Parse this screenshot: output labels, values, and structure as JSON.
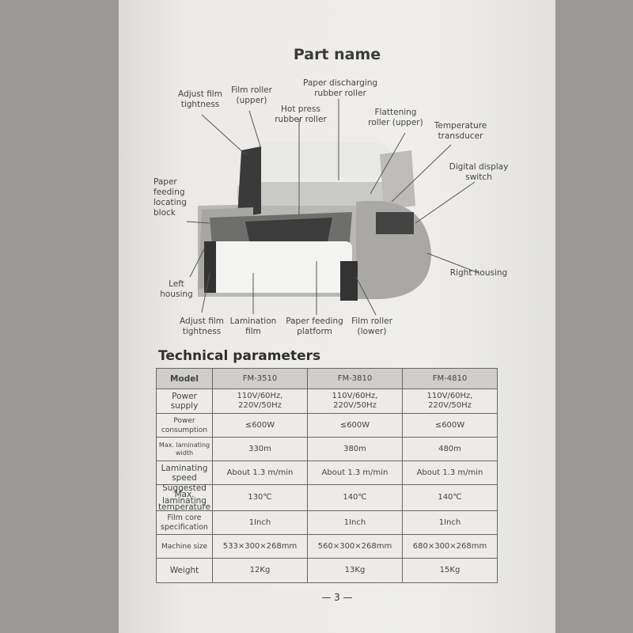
{
  "page_title": "Part name",
  "part_labels": {
    "adjust_film_tightness_top": "Adjust film tightness",
    "film_roller_upper": "Film roller (upper)",
    "paper_discharging_rubber_roller": "Paper discharging rubber roller",
    "hot_press_rubber_roller": "Hot press rubber roller",
    "flattening_roller_upper": "Flattening roller (upper)",
    "temperature_transducer": "Temperature transducer",
    "digital_display_switch": "Digital display switch",
    "paper_feeding_locating_block": "Paper feeding locating block",
    "right_housing": "Right housing",
    "left_housing": "Left housing",
    "adjust_film_tightness_bottom": "Adjust film tightness",
    "lamination_film": "Lamination film",
    "paper_feeding_platform": "Paper feeding platform",
    "film_roller_lower": "Film roller (lower)"
  },
  "section_title": "Technical parameters",
  "table": {
    "header": [
      "Model",
      "FM-3510",
      "FM-3810",
      "FM-4810"
    ],
    "rows": [
      {
        "label": "Power supply",
        "values": [
          "110V/60Hz, 220V/50Hz",
          "110V/60Hz, 220V/50Hz",
          "110V/60Hz, 220V/50Hz"
        ]
      },
      {
        "label": "Power consumption",
        "values": [
          "≤600W",
          "≤600W",
          "≤600W"
        ]
      },
      {
        "label": "Max. laminating width",
        "values": [
          "330m",
          "380m",
          "480m"
        ]
      },
      {
        "label": "Laminating speed",
        "values": [
          "About 1.3 m/min",
          "About 1.3 m/min",
          "About 1.3 m/min"
        ]
      },
      {
        "label": "Suggested Max. laminating temperature",
        "values": [
          "130℃",
          "140℃",
          "140℃"
        ]
      },
      {
        "label": "Film core specification",
        "values": [
          "1Inch",
          "1Inch",
          "1Inch"
        ]
      },
      {
        "label": "Machine size",
        "values": [
          "533×300×268mm",
          "560×300×268mm",
          "680×300×268mm"
        ]
      },
      {
        "label": "Weight",
        "values": [
          "12Kg",
          "13Kg",
          "15Kg"
        ]
      }
    ]
  },
  "page_number": "— 3 —"
}
